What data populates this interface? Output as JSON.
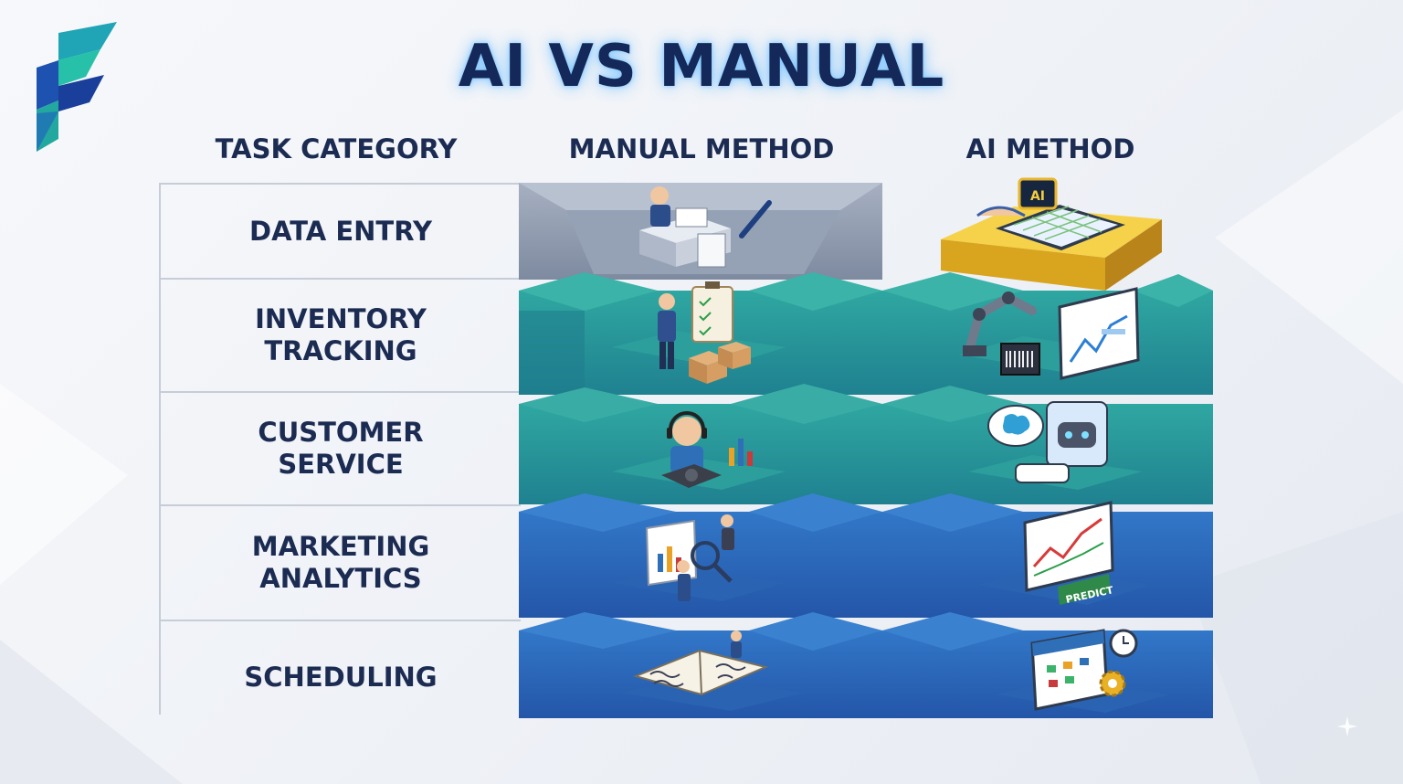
{
  "title": "AI VS MANUAL",
  "headers": {
    "task_category": "TASK CATEGORY",
    "manual_method": "MANUAL METHOD",
    "ai_method": "AI METHOD"
  },
  "rows": [
    {
      "category": "DATA ENTRY",
      "manual_icon": "office-worker-paperwork-icon",
      "ai_icon": "ai-chip-tablet-spreadsheet-icon"
    },
    {
      "category": "INVENTORY\nTRACKING",
      "manual_icon": "clipboard-boxes-worker-icon",
      "ai_icon": "robot-arm-barcode-dashboard-icon"
    },
    {
      "category": "CUSTOMER\nSERVICE",
      "manual_icon": "headset-agent-phone-icon",
      "ai_icon": "chatbot-brain-bubble-icon"
    },
    {
      "category": "MARKETING\nANALYTICS",
      "manual_icon": "magnifier-chart-analyst-icon",
      "ai_icon": "predict-dashboard-icon"
    },
    {
      "category": "SCHEDULING",
      "manual_icon": "handwritten-planner-book-icon",
      "ai_icon": "calendar-clock-gear-icon"
    }
  ],
  "ai_badge": "AI",
  "predict_label": "PREDICT",
  "colors": {
    "title": "#14285a",
    "gray_block": "#8e9aad",
    "gold_block": "#e8b62c",
    "teal_block": "#24918f",
    "blue_block": "#2a64b6"
  }
}
